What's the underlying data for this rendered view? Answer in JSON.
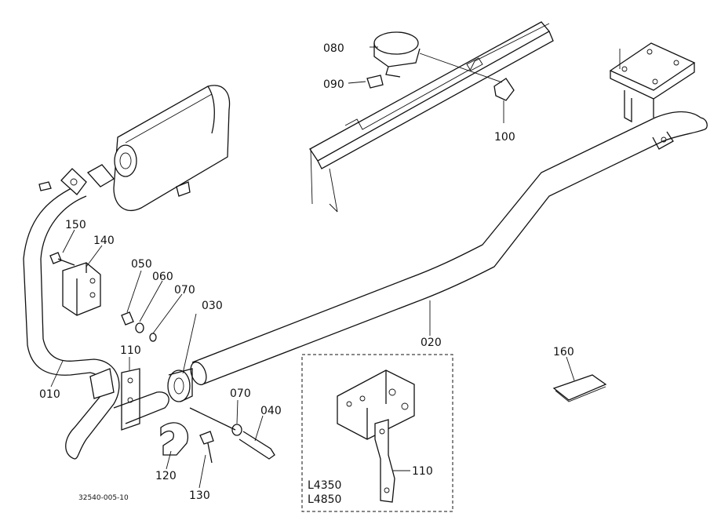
{
  "diagram": {
    "figure_code": "32540-005-10",
    "variant_models": [
      "L4350",
      "L4850"
    ],
    "parts": [
      {
        "id": "p010",
        "number": "010"
      },
      {
        "id": "p020",
        "number": "020"
      },
      {
        "id": "p030",
        "number": "030"
      },
      {
        "id": "p040",
        "number": "040"
      },
      {
        "id": "p050",
        "number": "050"
      },
      {
        "id": "p060",
        "number": "060"
      },
      {
        "id": "p070a",
        "number": "070"
      },
      {
        "id": "p070b",
        "number": "070"
      },
      {
        "id": "p080",
        "number": "080"
      },
      {
        "id": "p090",
        "number": "090"
      },
      {
        "id": "p100",
        "number": "100"
      },
      {
        "id": "p110a",
        "number": "110"
      },
      {
        "id": "p110b",
        "number": "110"
      },
      {
        "id": "p120",
        "number": "120"
      },
      {
        "id": "p130",
        "number": "130"
      },
      {
        "id": "p140",
        "number": "140"
      },
      {
        "id": "p150",
        "number": "150"
      },
      {
        "id": "p160",
        "number": "160"
      }
    ]
  }
}
